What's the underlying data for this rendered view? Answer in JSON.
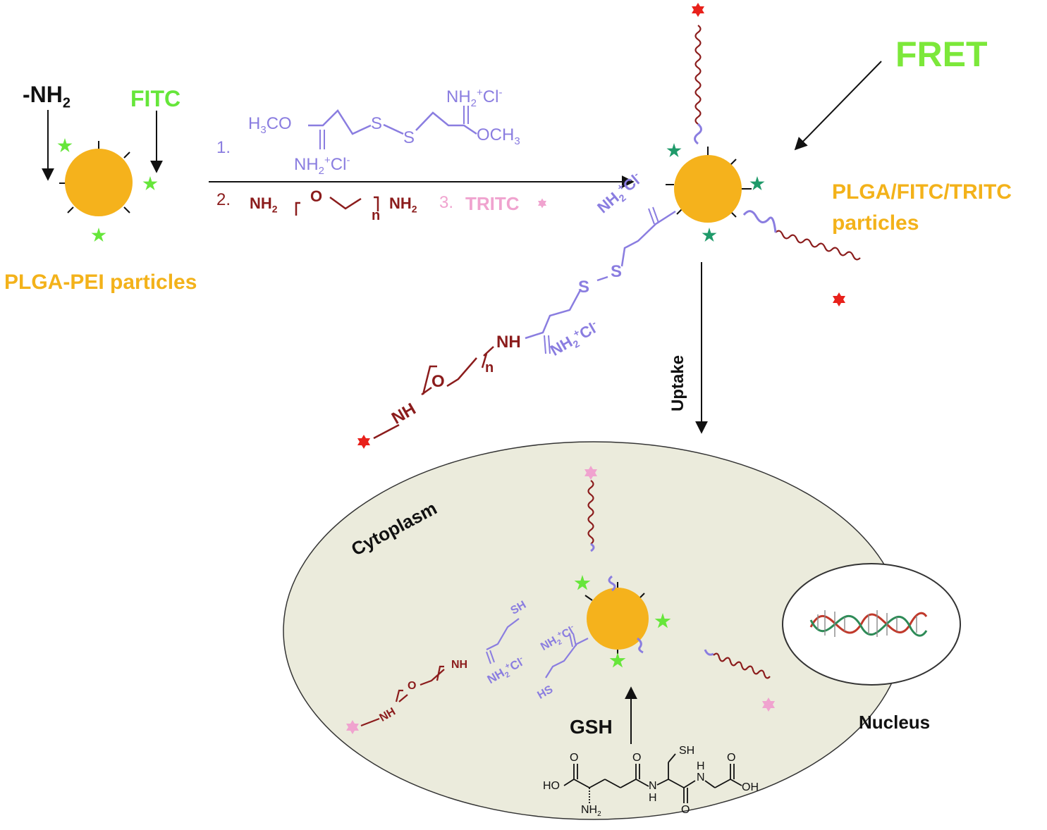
{
  "colors": {
    "particle": "#f5b21c",
    "fitc_star": "#66e63a",
    "quenched_star": "#1f9a6a",
    "tritc_red": "#e8211b",
    "tritc_pink": "#f0a3cf",
    "linker": "#8a7de0",
    "peg": "#8b1c1c",
    "fret_text": "#7ce83a",
    "particle_text": "#f3b21a",
    "cell": "#ebebdc"
  },
  "left_particle": {
    "amine_label": "-NH",
    "amine_sub": "2",
    "fitc_label": "FITC",
    "caption": "PLGA-PEI particles"
  },
  "reaction": {
    "step1_num": "1.",
    "reagent1": {
      "h3co": "H",
      "h3co_sub": "3",
      "h3co_tail": "CO",
      "s1": "S",
      "s2": "S",
      "nh2_top": "NH",
      "nh2_top_sub": "2",
      "nh2_top_sup": "+",
      "nh2_top_cl": "Cl",
      "nh2_top_cl_sup": "-",
      "och3": "OCH",
      "och3_sub": "3",
      "nh2_bot": "NH",
      "nh2_bot_sub": "2",
      "nh2_bot_sup": "+",
      "nh2_bot_cl": "Cl",
      "nh2_bot_cl_sup": "-"
    },
    "step2_num": "2.",
    "peg_nh2_left": "NH",
    "peg_nh2_left_sub": "2",
    "peg_o": "O",
    "peg_n": "n",
    "peg_nh2_right": "NH",
    "peg_nh2_right_sub": "2",
    "step3_num": "3.",
    "step3_label": "TRITC"
  },
  "right_particle": {
    "fret_label": "FRET",
    "caption_line1": "PLGA/FITC/TRITC",
    "caption_line2": "particles",
    "chain": {
      "nh2_top": "NH",
      "nh2_top_sub": "2",
      "nh2_top_sup": "+",
      "nh2_top_cl": "Cl",
      "nh2_top_cl_sup": "-",
      "s1": "S",
      "s2": "S",
      "nh": "NH",
      "n": "n",
      "o": "O",
      "nh_end": "NH",
      "nh2_bot": "NH",
      "nh2_bot_sub": "2",
      "nh2_bot_sup": "+",
      "nh2_bot_cl": "Cl",
      "nh2_bot_cl_sup": "-"
    }
  },
  "uptake_label": "Uptake",
  "cell": {
    "cytoplasm_label": "Cytoplasm",
    "nucleus_label": "Nucleus",
    "gsh_label": "GSH",
    "cleaved_chain": {
      "sh": "SH",
      "nh": "NH",
      "o": "O",
      "nh_end": "NH",
      "nh2": "NH",
      "nh2_sub": "2",
      "nh2_sup": "+",
      "cl": "Cl",
      "cl_sup": "-"
    },
    "particle_chain": {
      "nh2": "NH",
      "nh2_sub": "2",
      "nh2_sup": "+",
      "cl": "Cl",
      "cl_sup": "-",
      "hs": "HS"
    },
    "gsh_structure": {
      "sh": "SH",
      "ho_left": "HO",
      "o1": "O",
      "nh2": "NH",
      "nh2_sub": "2",
      "o2": "O",
      "n1": "N",
      "h1": "H",
      "o3": "O",
      "n2": "N",
      "h2": "H",
      "o4": "O",
      "oh_right": "OH"
    }
  }
}
